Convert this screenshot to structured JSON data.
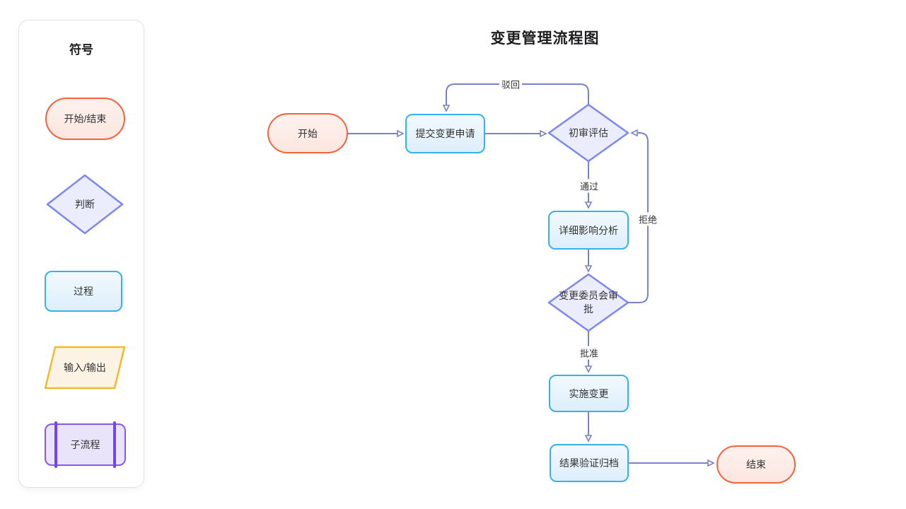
{
  "title": "变更管理流程图",
  "sidebar": {
    "title": "符号",
    "items": [
      {
        "type": "terminator",
        "label": "开始/结束"
      },
      {
        "type": "decision",
        "label": "判断"
      },
      {
        "type": "process",
        "label": "过程"
      },
      {
        "type": "io",
        "label": "输入/输出"
      },
      {
        "type": "subprocess",
        "label": "子流程"
      }
    ]
  },
  "flowchart": {
    "nodes": [
      {
        "id": "start",
        "type": "terminator",
        "label": "开始"
      },
      {
        "id": "submit",
        "type": "process",
        "label": "提交变更申请"
      },
      {
        "id": "review",
        "type": "decision",
        "label": "初审评估"
      },
      {
        "id": "analysis",
        "type": "process",
        "label": "详细影响分析"
      },
      {
        "id": "committee",
        "type": "decision",
        "label": "变更委员会审批"
      },
      {
        "id": "implement",
        "type": "process",
        "label": "实施变更"
      },
      {
        "id": "verify",
        "type": "process",
        "label": "结果验证归档"
      },
      {
        "id": "end",
        "type": "terminator",
        "label": "结束"
      }
    ],
    "edge_labels": {
      "reject_back": "驳回",
      "pass": "通过",
      "refuse": "拒绝",
      "approve": "批准"
    }
  },
  "colors": {
    "line": "#7b81c8",
    "text": "#333333",
    "panel_border": "#e2e2e2",
    "terminator_border": "#f4623a",
    "terminator_fill": "#fce6e0",
    "process_border": "#38b1ea",
    "process_fill_top": "#f2f9fe",
    "process_fill_bottom": "#ddeefb",
    "decision_border": "#7d87ee",
    "decision_fill": "#ebedfc",
    "io_border": "#f5b72c",
    "io_fill": "#fdf3e4",
    "subprocess_border": "#8757ef",
    "subprocess_fill": "#eae4fb",
    "subprocess_bar": "#7445ee"
  }
}
